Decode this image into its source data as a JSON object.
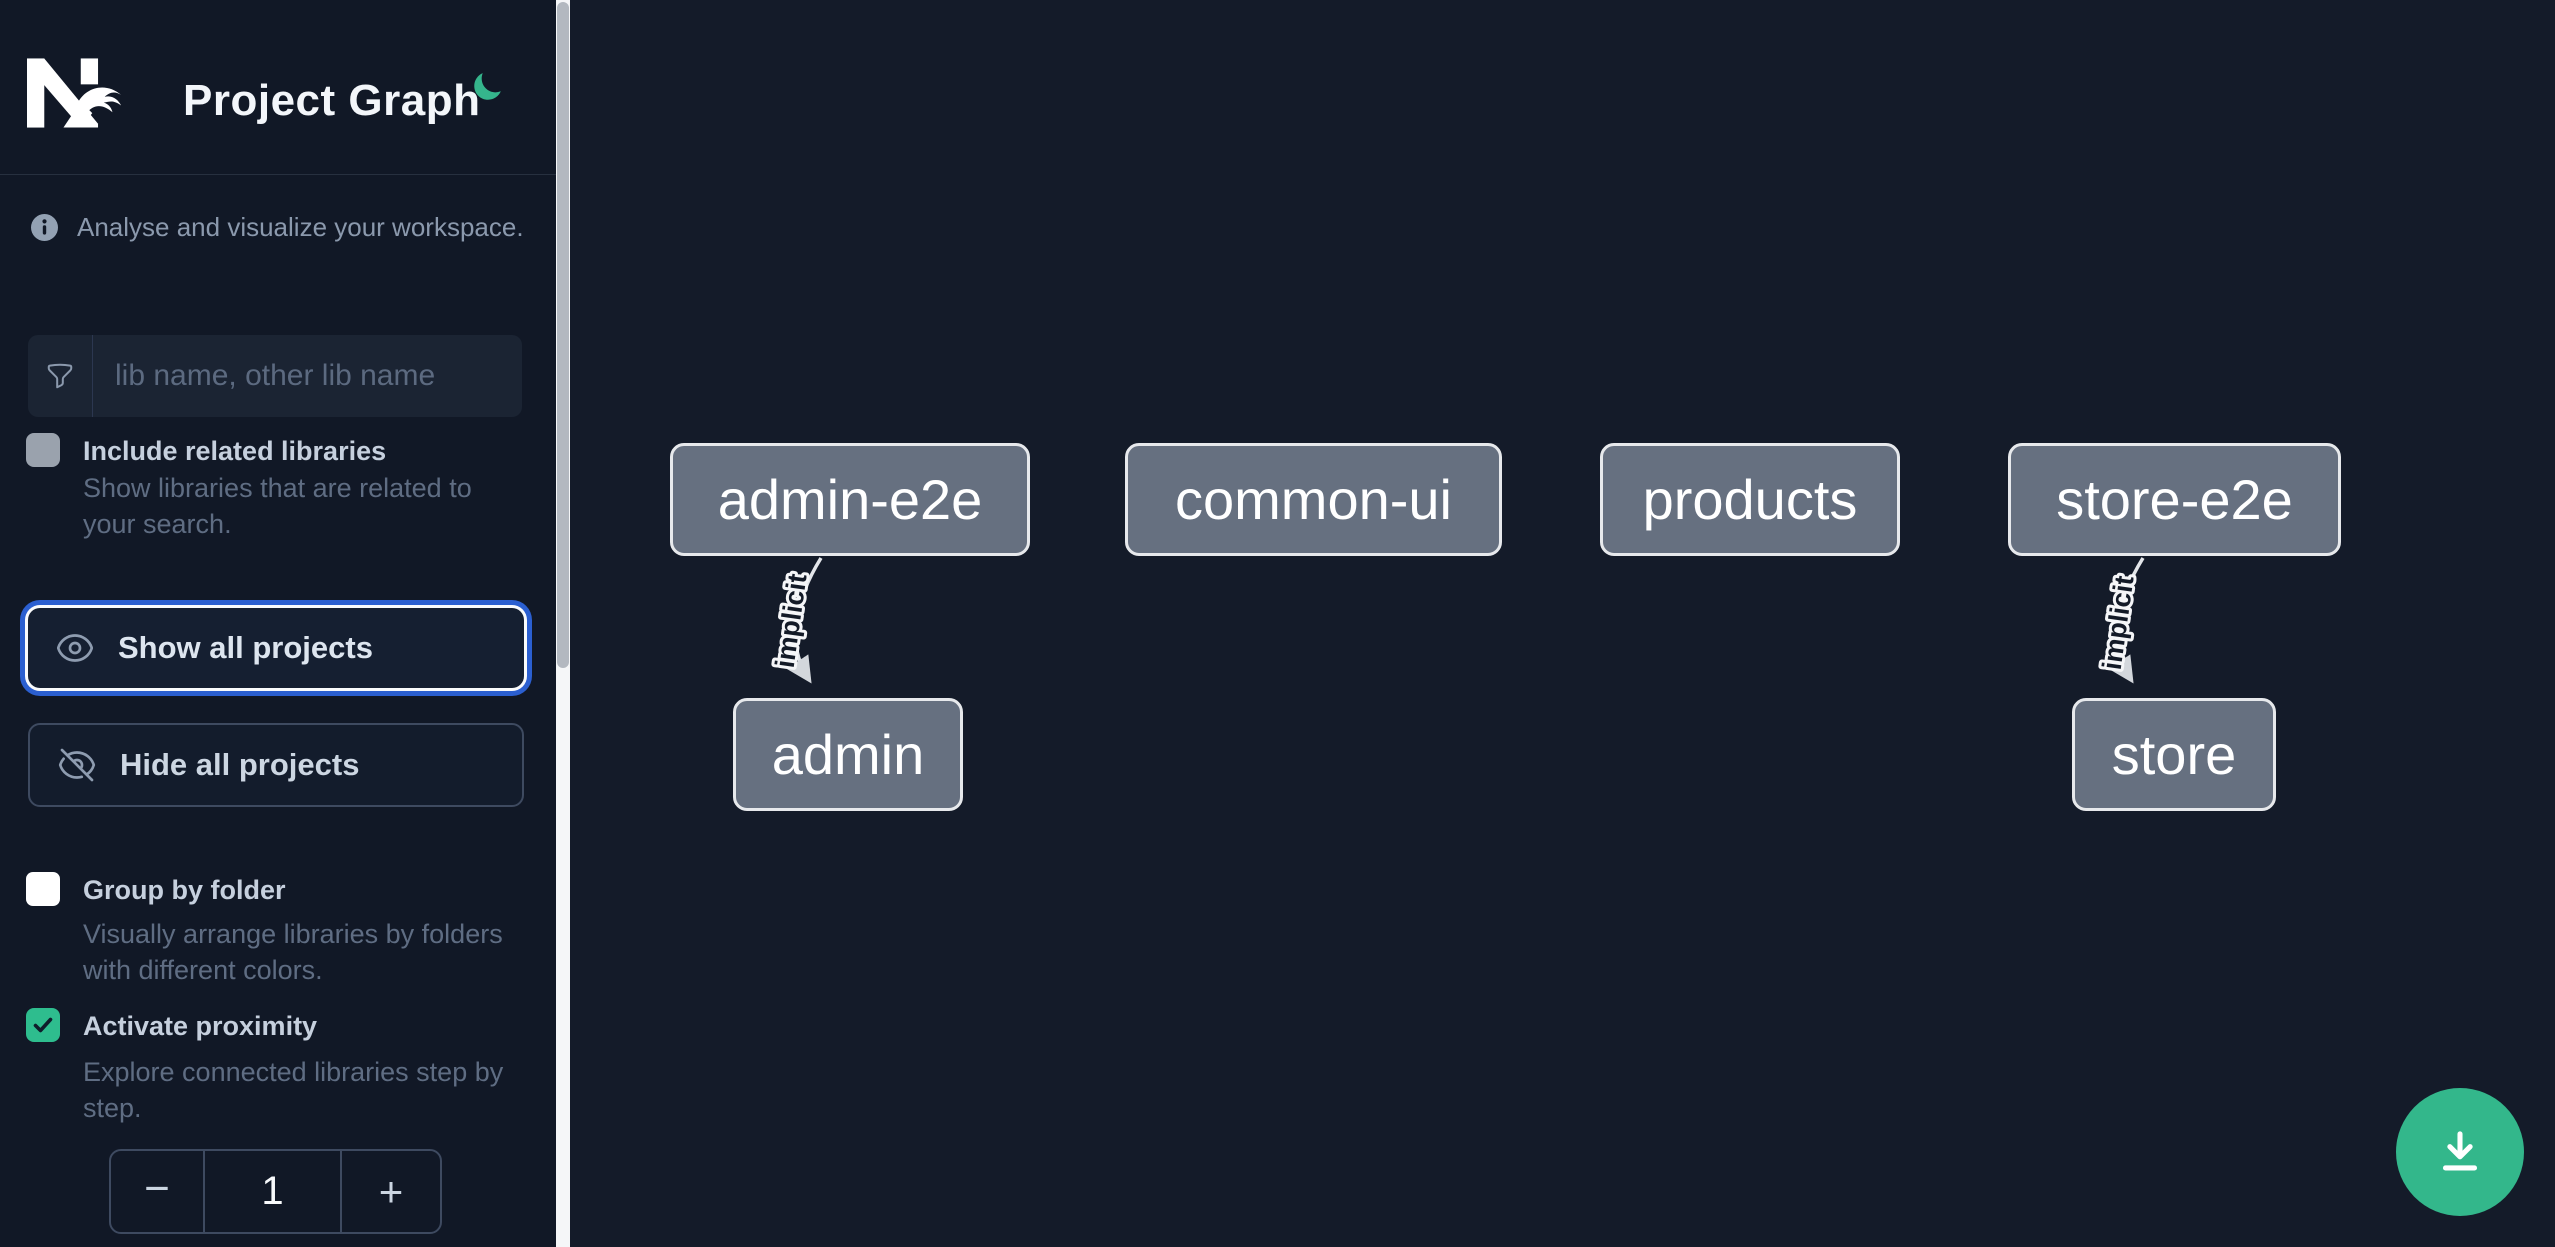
{
  "header": {
    "title": "Project Graph",
    "logo": "nx-logo",
    "theme_toggle_icon": "moon"
  },
  "sidebar": {
    "info_text": "Analyse and visualize your workspace.",
    "search": {
      "placeholder": "lib name, other lib name",
      "value": ""
    },
    "options": {
      "include_related": {
        "label": "Include related libraries",
        "description": "Show libraries that are related to your search.",
        "checked": false
      },
      "group_by_folder": {
        "label": "Group by folder",
        "description": "Visually arrange libraries by folders with different colors.",
        "checked": false
      },
      "activate_proximity": {
        "label": "Activate proximity",
        "description": "Explore connected libraries step by step.",
        "checked": true
      }
    },
    "actions": {
      "show_all": "Show all projects",
      "hide_all": "Hide all projects"
    },
    "proximity_stepper": {
      "decrement_label": "−",
      "value": "1",
      "increment_label": "+"
    }
  },
  "graph": {
    "nodes": [
      {
        "id": "admin-e2e",
        "label": "admin-e2e"
      },
      {
        "id": "common-ui",
        "label": "common-ui"
      },
      {
        "id": "products",
        "label": "products"
      },
      {
        "id": "store-e2e",
        "label": "store-e2e"
      },
      {
        "id": "admin",
        "label": "admin"
      },
      {
        "id": "store",
        "label": "store"
      }
    ],
    "edges": [
      {
        "source": "admin-e2e",
        "target": "admin",
        "label": "implicit"
      },
      {
        "source": "store-e2e",
        "target": "store",
        "label": "implicit"
      }
    ]
  },
  "fab": {
    "icon": "download"
  },
  "colors": {
    "accent_green": "#34b78a",
    "focus_blue": "#2b5fd0",
    "node_fill": "#667080",
    "node_border": "#e7e9ec",
    "sidebar_bg": "#111826",
    "canvas_bg": "#141b29",
    "muted_text": "#5f6d83",
    "label_text": "#c6d0de"
  }
}
